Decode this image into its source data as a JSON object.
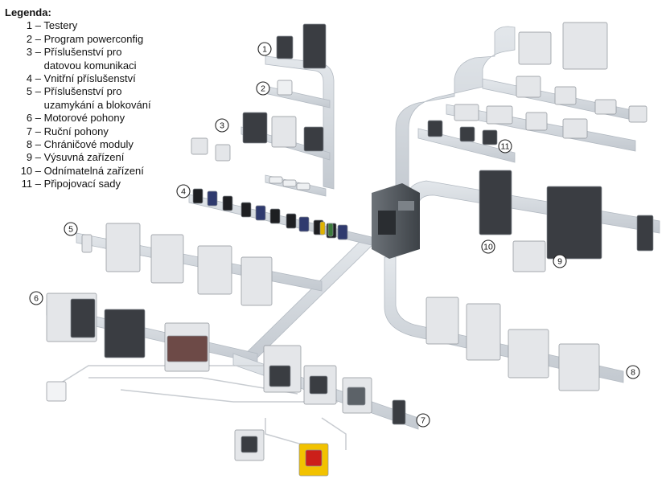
{
  "legend": {
    "title": "Legenda:",
    "items": [
      {
        "num": "1 –",
        "lines": [
          "Testery"
        ]
      },
      {
        "num": "2 –",
        "lines": [
          "Program powerconfig"
        ]
      },
      {
        "num": "3 –",
        "lines": [
          "Příslušenství pro",
          "datovou komunikaci"
        ]
      },
      {
        "num": "4 –",
        "lines": [
          "Vnitřní příslušenství"
        ]
      },
      {
        "num": "5 –",
        "lines": [
          "Příslušenství pro",
          "uzamykání a blokování"
        ]
      },
      {
        "num": "6 –",
        "lines": [
          "Motorové pohony"
        ]
      },
      {
        "num": "7 –",
        "lines": [
          "Ruční pohony"
        ]
      },
      {
        "num": "8 –",
        "lines": [
          "Chráničové moduly"
        ]
      },
      {
        "num": "9 –",
        "lines": [
          "Výsuvná zařízení"
        ]
      },
      {
        "num": "10 –",
        "lines": [
          "Odnímatelná zařízení"
        ]
      },
      {
        "num": "11 –",
        "lines": [
          "Připojovací sady"
        ]
      }
    ]
  },
  "callouts": [
    "1",
    "2",
    "3",
    "4",
    "5",
    "6",
    "7",
    "8",
    "9",
    "10",
    "11"
  ],
  "colors": {
    "rail": "#d3d8de",
    "rail_edge": "#b3bac2",
    "device_light": "#e4e6e9",
    "device_dark": "#3a3d42",
    "hub": "#54595f",
    "handle_red": "#cc1f1a",
    "handle_yellow": "#f2c200"
  }
}
